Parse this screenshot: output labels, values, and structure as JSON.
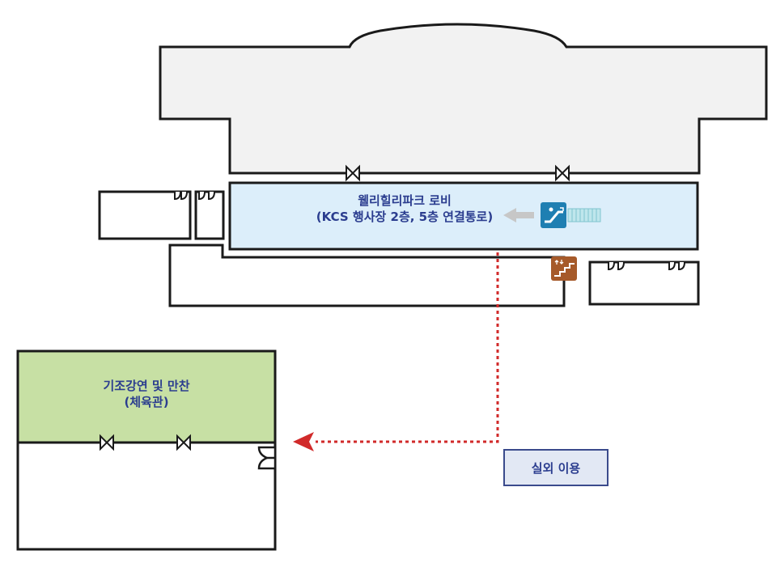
{
  "lobby": {
    "line1": "웰리힐리파크 로비",
    "line2": "(KCS 행사장 2층, 5층 연결통로)"
  },
  "gym": {
    "line1": "기조강연 및 만찬",
    "line2": "(체육관)"
  },
  "route": {
    "label": "실외 이용"
  },
  "icons": [
    "escalator-icon",
    "stairs-icon",
    "direction-arrow-icon",
    "door-icon"
  ],
  "colors": {
    "label_text": "#2b3d8f",
    "lobby_fill": "#dceefa",
    "lobby_border": "#1a1a1a",
    "gym_fill": "#c7e0a4",
    "route_line": "#d12a2a",
    "escalator_badge": "#1f7fb2",
    "stairs_badge": "#a65a2a",
    "outdoor_box_fill": "#e2e8f4",
    "outdoor_box_border": "#3a4a8c",
    "hall_fill": "#f2f2f2"
  }
}
